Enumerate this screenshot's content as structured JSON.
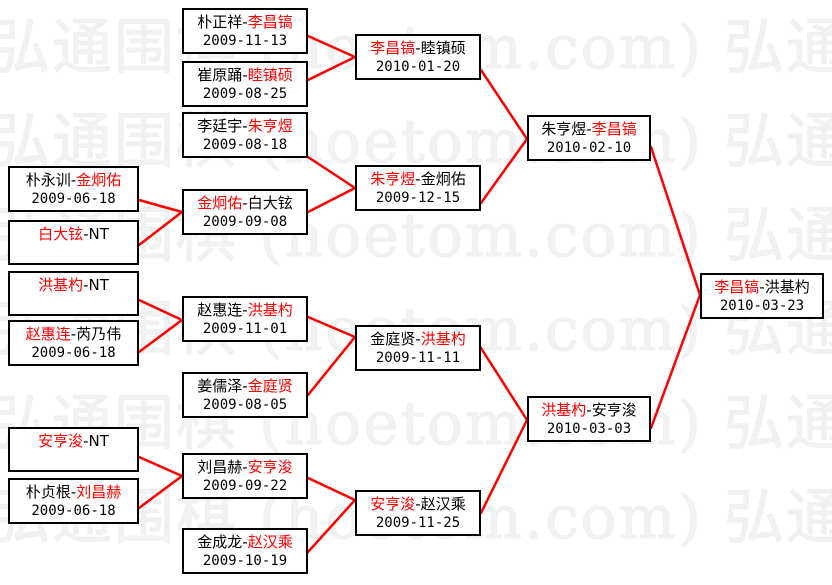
{
  "diagram": {
    "kind": "single-elimination-tournament-bracket",
    "winner_color": "#ff0000",
    "loser_color": "#000000",
    "line_color": "#ff0000",
    "box_border_color": "#000000",
    "background": "#ffffff",
    "watermark_text": "弘通围棋 (hoetom.com)"
  },
  "rounds": [
    {
      "name": "round-1",
      "matches": [
        {
          "id": "r1m1",
          "left": "朴永训",
          "right": "金炯佑",
          "winner": "right",
          "date": "2009-06-18"
        },
        {
          "id": "r1m2",
          "left": "白大铉",
          "right": "NT",
          "winner": "left",
          "date": ""
        },
        {
          "id": "r1m3",
          "left": "洪基杓",
          "right": "NT",
          "winner": "left",
          "date": ""
        },
        {
          "id": "r1m4",
          "left": "赵惠连",
          "right": "芮乃伟",
          "winner": "left",
          "date": "2009-06-18"
        },
        {
          "id": "r1m5",
          "left": "安亨浚",
          "right": "NT",
          "winner": "left",
          "date": ""
        },
        {
          "id": "r1m6",
          "left": "朴贞根",
          "right": "刘昌赫",
          "winner": "right",
          "date": "2009-06-18"
        }
      ]
    },
    {
      "name": "round-2",
      "matches": [
        {
          "id": "r2m1",
          "left": "朴正祥",
          "right": "李昌镐",
          "winner": "right",
          "date": "2009-11-13"
        },
        {
          "id": "r2m2",
          "left": "崔原踊",
          "right": "睦镇硕",
          "winner": "right",
          "date": "2009-08-25"
        },
        {
          "id": "r2m3",
          "left": "李廷宇",
          "right": "朱亨煜",
          "winner": "right",
          "date": "2009-08-18"
        },
        {
          "id": "r2m4",
          "left": "金炯佑",
          "right": "白大铉",
          "winner": "left",
          "date": "2009-09-08"
        },
        {
          "id": "r2m5",
          "left": "赵惠连",
          "right": "洪基杓",
          "winner": "right",
          "date": "2009-11-01"
        },
        {
          "id": "r2m6",
          "left": "姜儒泽",
          "right": "金庭贤",
          "winner": "right",
          "date": "2009-08-05"
        },
        {
          "id": "r2m7",
          "left": "刘昌赫",
          "right": "安亨浚",
          "winner": "right",
          "date": "2009-09-22"
        },
        {
          "id": "r2m8",
          "left": "金成龙",
          "right": "赵汉乘",
          "winner": "right",
          "date": "2009-10-19"
        }
      ]
    },
    {
      "name": "round-3",
      "matches": [
        {
          "id": "r3m1",
          "left": "李昌镐",
          "right": "睦镇硕",
          "winner": "left",
          "date": "2010-01-20"
        },
        {
          "id": "r3m2",
          "left": "朱亨煜",
          "right": "金炯佑",
          "winner": "left",
          "date": "2009-12-15"
        },
        {
          "id": "r3m3",
          "left": "金庭贤",
          "right": "洪基杓",
          "winner": "right",
          "date": "2009-11-11"
        },
        {
          "id": "r3m4",
          "left": "安亨浚",
          "right": "赵汉乘",
          "winner": "left",
          "date": "2009-11-25"
        }
      ]
    },
    {
      "name": "semifinal",
      "matches": [
        {
          "id": "r4m1",
          "left": "朱亨煜",
          "right": "李昌镐",
          "winner": "right",
          "date": "2010-02-10"
        },
        {
          "id": "r4m2",
          "left": "洪基杓",
          "right": "安亨浚",
          "winner": "left",
          "date": "2010-03-03"
        }
      ]
    },
    {
      "name": "final",
      "matches": [
        {
          "id": "r5m1",
          "left": "李昌镐",
          "right": "洪基杓",
          "winner": "left",
          "date": "2010-03-23"
        }
      ]
    }
  ],
  "watermark_rows": [
    "弘通围棋 (hoetom.com) 弘通围",
    "弘通围棋 (hoetom.com) 弘通围",
    "弘通围棋 (hoetom.com) 弘通围",
    "弘通围棋 (hoetom.com) 弘通围",
    "弘通围棋 (hoetom.com) 弘通围",
    "弘通围棋 (hoetom.com) 弘通围"
  ]
}
